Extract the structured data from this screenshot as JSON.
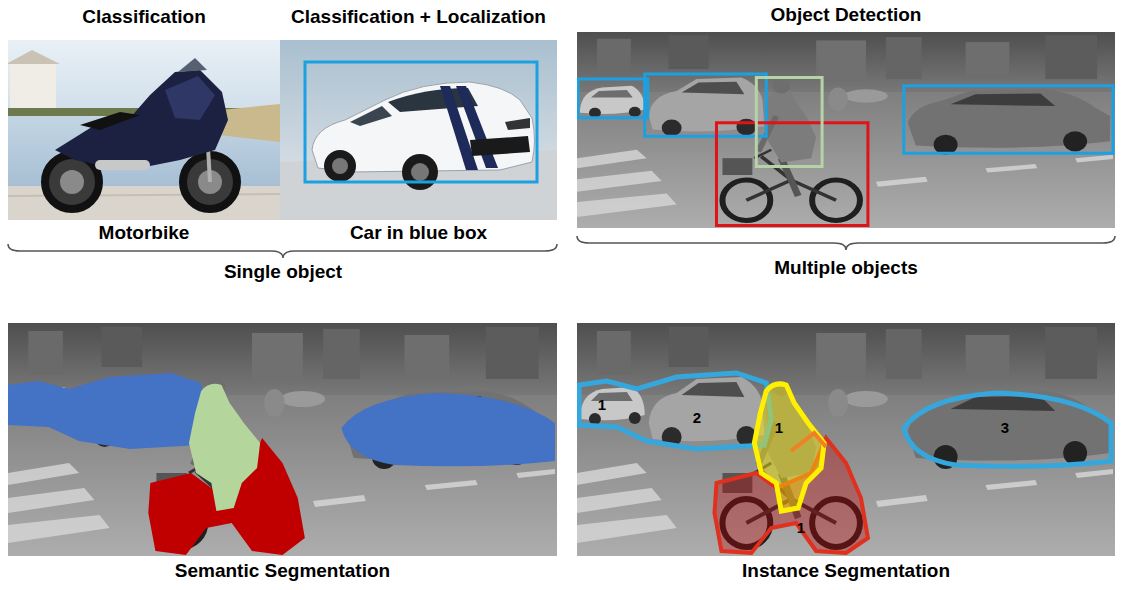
{
  "diagram": {
    "nodes": [
      {
        "text": [
          "Classification",
          "Motorbike"
        ]
      },
      {
        "text": [
          "Classification + Localization",
          "Car in blue box"
        ]
      },
      {
        "text": [
          "Object Detection"
        ]
      },
      {
        "text": [
          "Semantic Segmentation"
        ]
      },
      {
        "text": [
          "Instance Segmentation"
        ]
      }
    ],
    "labels": [
      "Single object",
      "Multiple objects",
      "1",
      "2",
      "1",
      "3",
      "1"
    ]
  }
}
